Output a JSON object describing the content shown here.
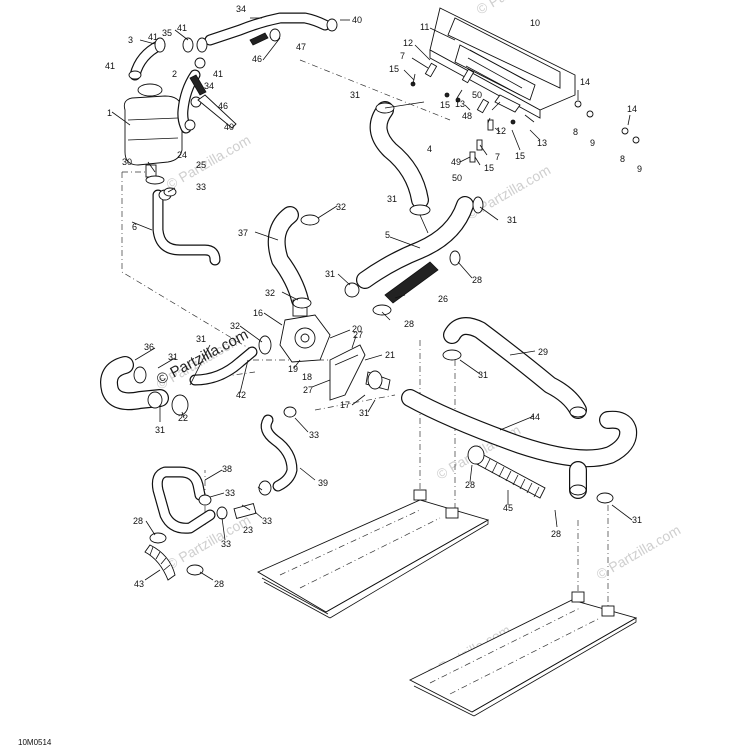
{
  "diagram": {
    "code": "10M0514",
    "watermark_main": "© Partzilla.com",
    "watermark_faint": "© Partzilla.com",
    "callouts": [
      "1",
      "2",
      "3",
      "4",
      "5",
      "6",
      "7",
      "8",
      "9",
      "10",
      "11",
      "12",
      "13",
      "14",
      "15",
      "16",
      "17",
      "18",
      "19",
      "20",
      "21",
      "22",
      "23",
      "24",
      "25",
      "26",
      "27",
      "28",
      "29",
      "30",
      "31",
      "32",
      "33",
      "34",
      "35",
      "36",
      "37",
      "38",
      "39",
      "40",
      "41",
      "42",
      "43",
      "44",
      "45",
      "46",
      "47",
      "48",
      "49",
      "50"
    ]
  }
}
